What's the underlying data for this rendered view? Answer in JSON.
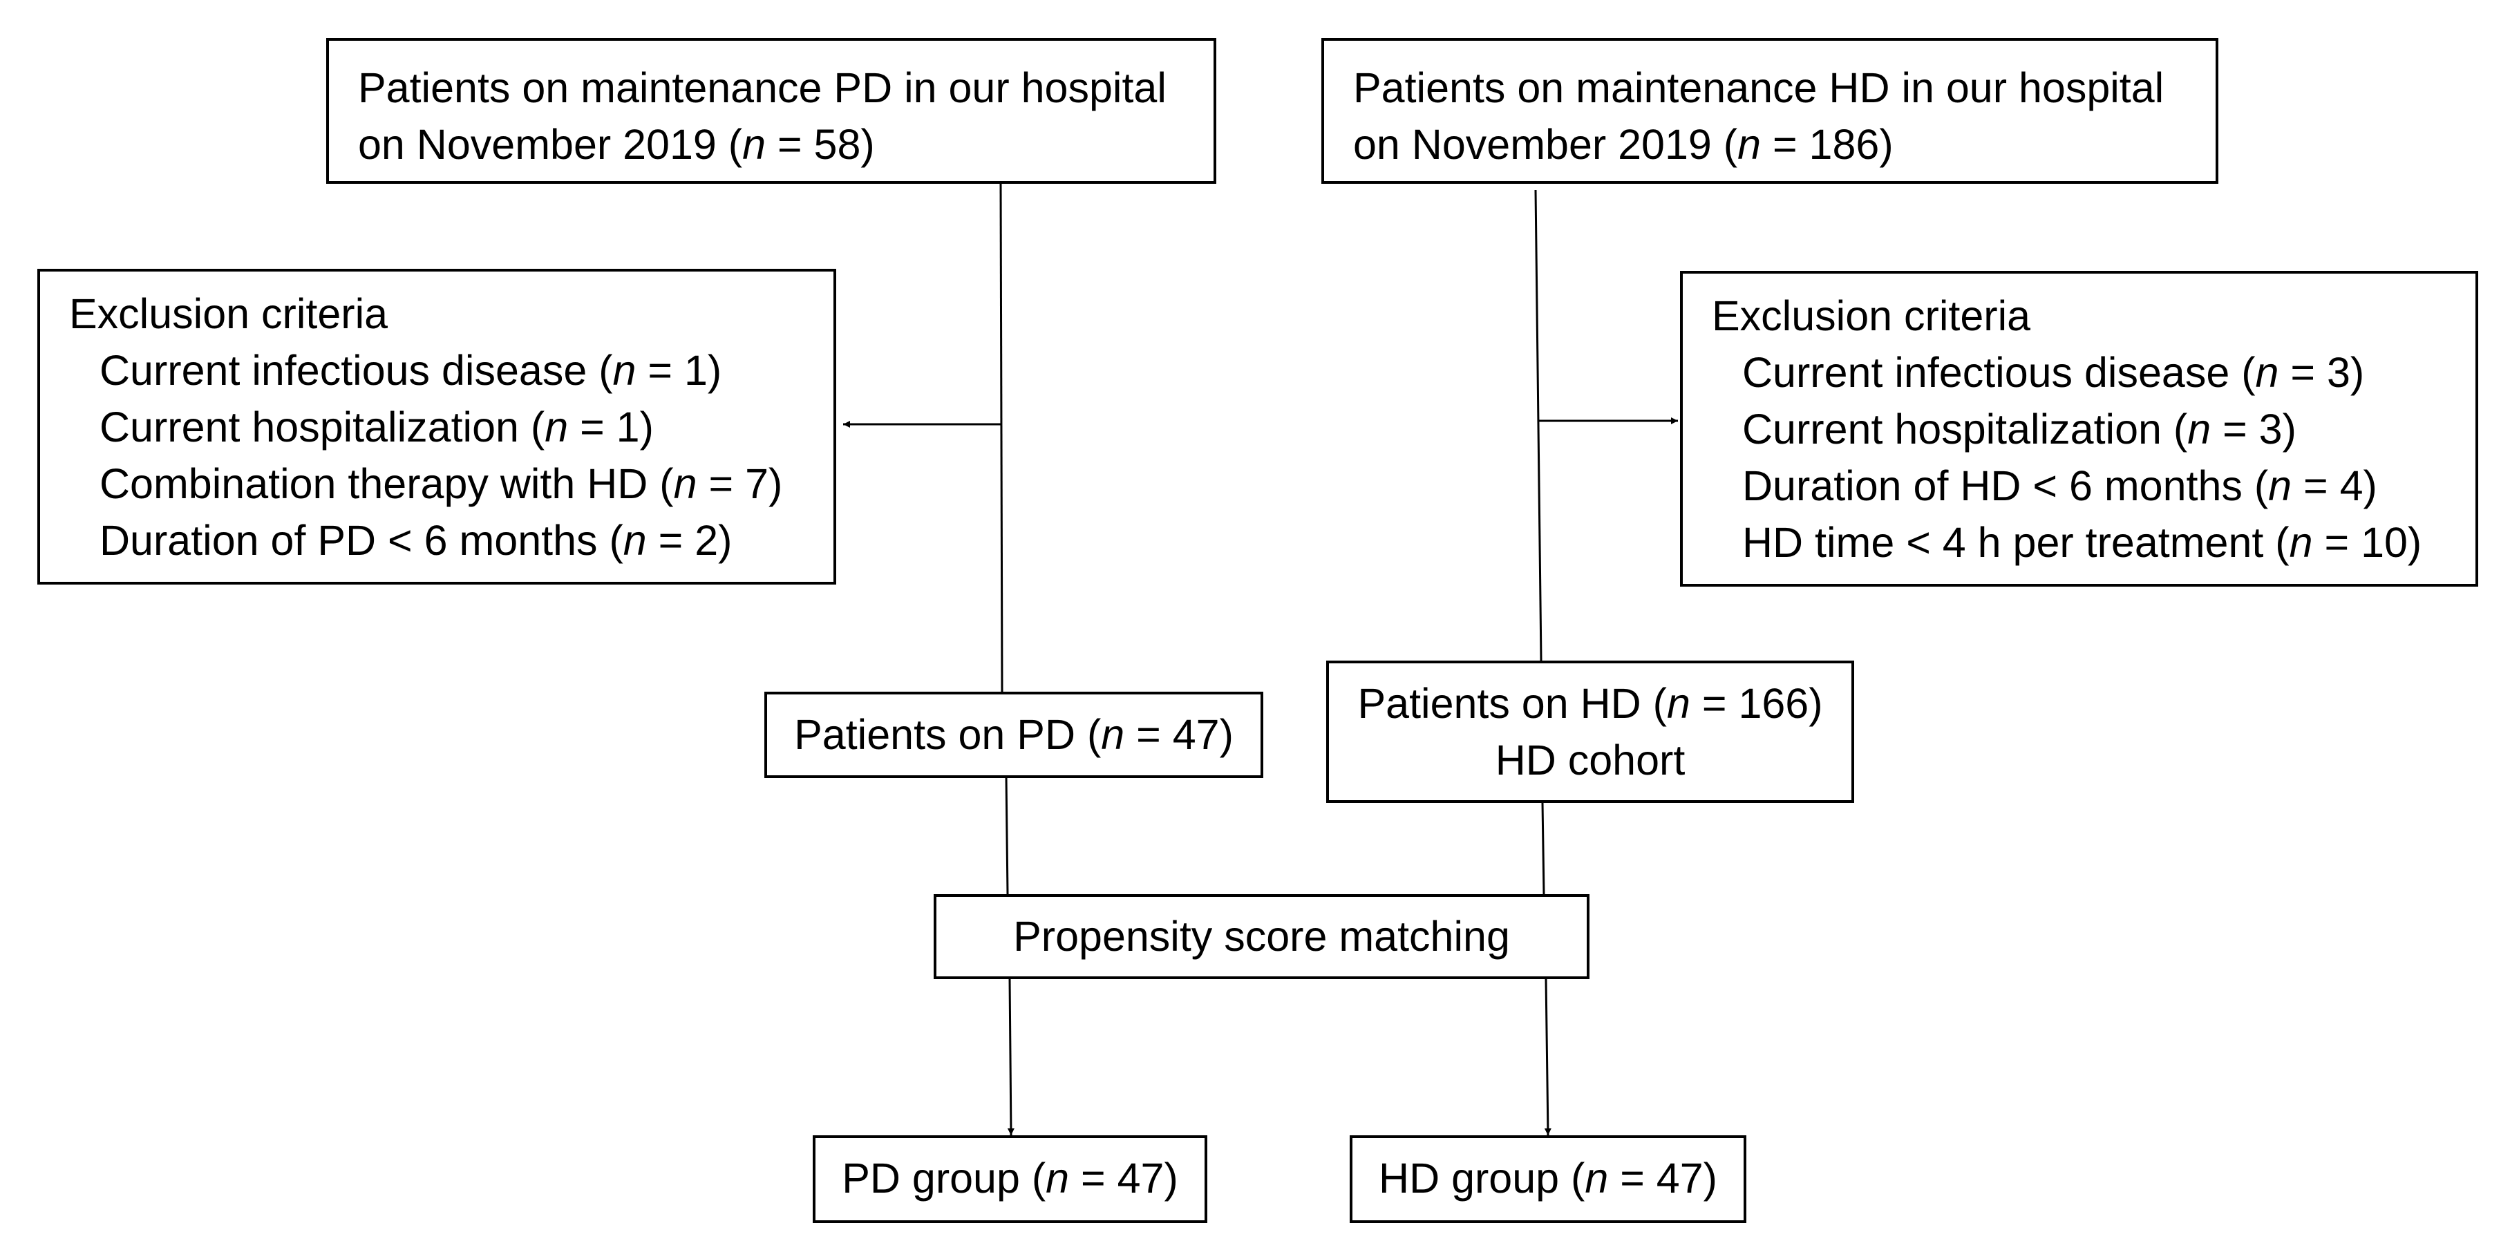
{
  "boxes": {
    "pd_start": {
      "line1": "Patients on maintenance PD in our hospital",
      "line2_pre": "on November 2019 (",
      "n_symbol": "n",
      "line2_post": " = 58)"
    },
    "hd_start": {
      "line1": "Patients on maintenance HD in our hospital",
      "line2_pre": "on November 2019 (",
      "n_symbol": "n",
      "line2_post": " = 186)"
    },
    "pd_exclusion": {
      "title": "Exclusion criteria",
      "items": [
        {
          "pre": "Current infectious disease (",
          "n": "n",
          "post": " = 1)"
        },
        {
          "pre": "Current hospitalization (",
          "n": "n",
          "post": " = 1)"
        },
        {
          "pre": "Combination therapy with HD (",
          "n": "n",
          "post": " = 7)"
        },
        {
          "pre": "Duration of PD < 6 months (",
          "n": "n",
          "post": " = 2)"
        }
      ]
    },
    "hd_exclusion": {
      "title": "Exclusion criteria",
      "items": [
        {
          "pre": "Current infectious disease (",
          "n": "n",
          "post": " = 3)"
        },
        {
          "pre": "Current hospitalization (",
          "n": "n",
          "post": " = 3)"
        },
        {
          "pre": "Duration of HD < 6 months (",
          "n": "n",
          "post": " = 4)"
        },
        {
          "pre": "HD time < 4 h per treatment (",
          "n": "n",
          "post": " = 10)"
        }
      ]
    },
    "pd_patients": {
      "pre": "Patients on PD (",
      "n": "n",
      "post": " = 47)"
    },
    "hd_patients": {
      "pre": "Patients on HD (",
      "n": "n",
      "post": " = 166)",
      "line2": "HD cohort"
    },
    "psm": {
      "label": "Propensity score matching"
    },
    "pd_group": {
      "pre": "PD group (",
      "n": "n",
      "post": " = 47)"
    },
    "hd_group": {
      "pre": "HD group (",
      "n": "n",
      "post": " = 47)"
    }
  }
}
